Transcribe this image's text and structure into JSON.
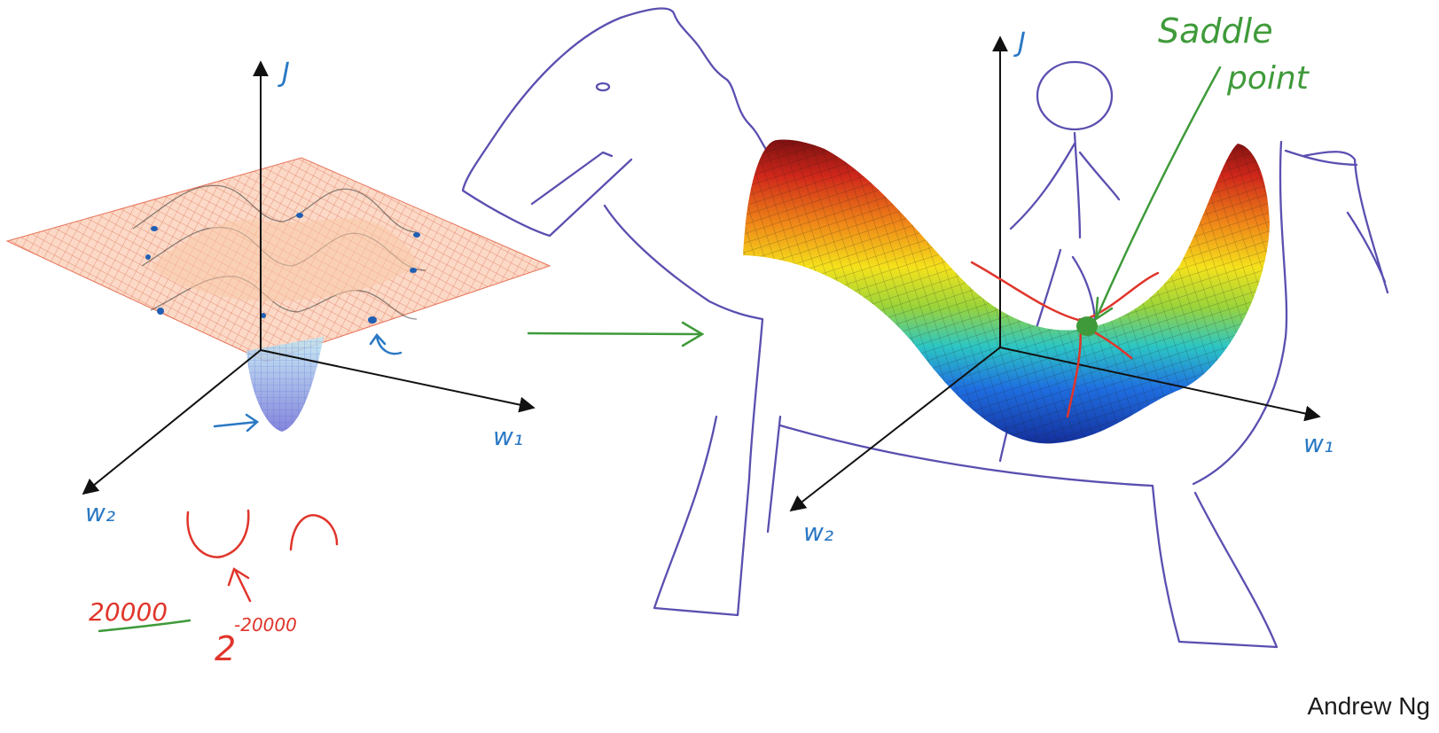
{
  "left_plot": {
    "axis_vertical": "J",
    "axis_right": "w₁",
    "axis_left": "w₂"
  },
  "right_plot": {
    "axis_vertical": "J",
    "axis_right": "w₁",
    "axis_left": "w₂",
    "annotation_line1": "Saddle",
    "annotation_line2": "point"
  },
  "notes": {
    "dimension_count": "20000",
    "probability_base": "2",
    "probability_exponent": "-20000"
  },
  "credit": "Andrew Ng",
  "colors": {
    "pen_blue": "#2a78c4",
    "pen_green": "#3f9a3a",
    "pen_red": "#e0352b",
    "pen_purple": "#5a4fb0"
  }
}
